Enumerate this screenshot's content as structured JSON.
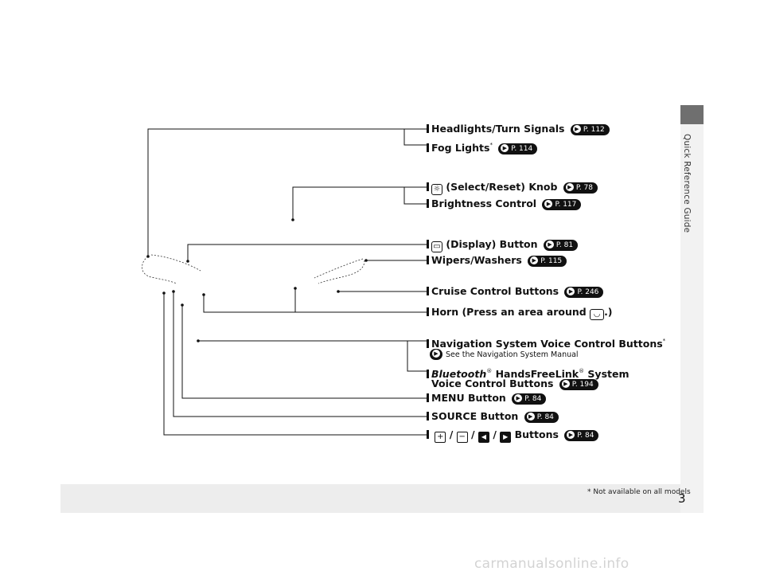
{
  "sidebar": {
    "label": "Quick Reference Guide"
  },
  "page": {
    "number": "3"
  },
  "footnote": {
    "text": "* Not available on all models"
  },
  "watermark": {
    "text": "carmanualsonline.info"
  },
  "labels": {
    "headlights": {
      "text": "Headlights/Turn Signals",
      "ref": "P. 112"
    },
    "fog": {
      "text": "Fog Lights",
      "mark": "*",
      "ref": "P. 114"
    },
    "select_knob": {
      "text": "(Select/Reset) Knob",
      "ref": "P. 78"
    },
    "brightness": {
      "text": "Brightness Control",
      "ref": "P. 117"
    },
    "display": {
      "text": "(Display) Button",
      "ref": "P. 81"
    },
    "wipers": {
      "text": "Wipers/Washers",
      "ref": "P. 115"
    },
    "cruise": {
      "text": "Cruise Control Buttons",
      "ref": "P. 246"
    },
    "horn": {
      "text_before": "Horn (Press an area around",
      "text_after": ".)"
    },
    "nav_voice": {
      "text": "Navigation System Voice Control Buttons",
      "mark": "*",
      "note": "See the Navigation System Manual"
    },
    "bluetooth": {
      "brand": "Bluetooth",
      "reg": "®",
      "text": " HandsFreeLink",
      "reg2": "®",
      "text2": " System",
      "line2": "Voice Control Buttons",
      "ref": "P. 194"
    },
    "menu": {
      "text": "MENU Button",
      "ref": "P. 84"
    },
    "source": {
      "text": "SOURCE Button",
      "ref": "P. 84"
    },
    "buttons": {
      "plus": "+",
      "minus": "−",
      "sep": "/",
      "text": "Buttons",
      "ref": "P. 84"
    }
  },
  "icons": {
    "ref_arrow": "arrow-right-icon",
    "select_knob": "knob-icon",
    "display": "display-icon",
    "horn": "horn-icon"
  }
}
